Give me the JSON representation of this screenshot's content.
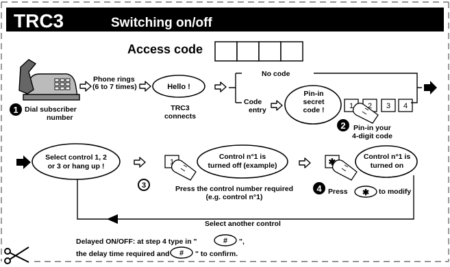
{
  "header": {
    "model": "TRC3",
    "title": "Switching on/off"
  },
  "access_code": {
    "label": "Access code",
    "box_count": 4
  },
  "step1": {
    "number": "1",
    "label_line1": "Dial subscriber",
    "label_line2": "number"
  },
  "phone_rings": {
    "line1": "Phone rings",
    "line2": "(6 to 7 times)"
  },
  "hello_bubble": "Hello !",
  "trc3_connects": {
    "line1": "TRC3",
    "line2": "connects"
  },
  "no_code": "No code",
  "code_entry": {
    "line1": "Code",
    "line2": "entry"
  },
  "pin_bubble": {
    "line1": "Pin-in",
    "line2": "secret",
    "line3": "code !"
  },
  "keypad_keys": [
    "1",
    "2",
    "3",
    "4"
  ],
  "step2": {
    "number": "2",
    "label_line1": "Pin-in your",
    "label_line2": "4-digit code"
  },
  "select_bubble": {
    "line1": "Select control 1, 2",
    "line2": "or 3 or hang up !"
  },
  "control_key": "1",
  "off_bubble": {
    "line1": "Control n°1 is",
    "line2": "turned off (example)"
  },
  "step3": {
    "number": "3",
    "label_line1": "Press the control number required",
    "label_line2": "(e.g. control n°1)"
  },
  "star_key": "✱",
  "on_bubble": {
    "line1": "Control n°1 is",
    "line2": "turned on"
  },
  "step4": {
    "number": "4",
    "label_prefix": "Press",
    "key": "✱",
    "label_suffix": "to modify"
  },
  "loop_label": "Select another control",
  "footer": {
    "line1_prefix": "Delayed ON/OFF: at step 4 type in \"",
    "line1_key": "#",
    "line1_suffix": "\",",
    "line2_prefix": "the delay time required and \"",
    "line2_key": "#",
    "line2_suffix": "\" to confirm."
  }
}
